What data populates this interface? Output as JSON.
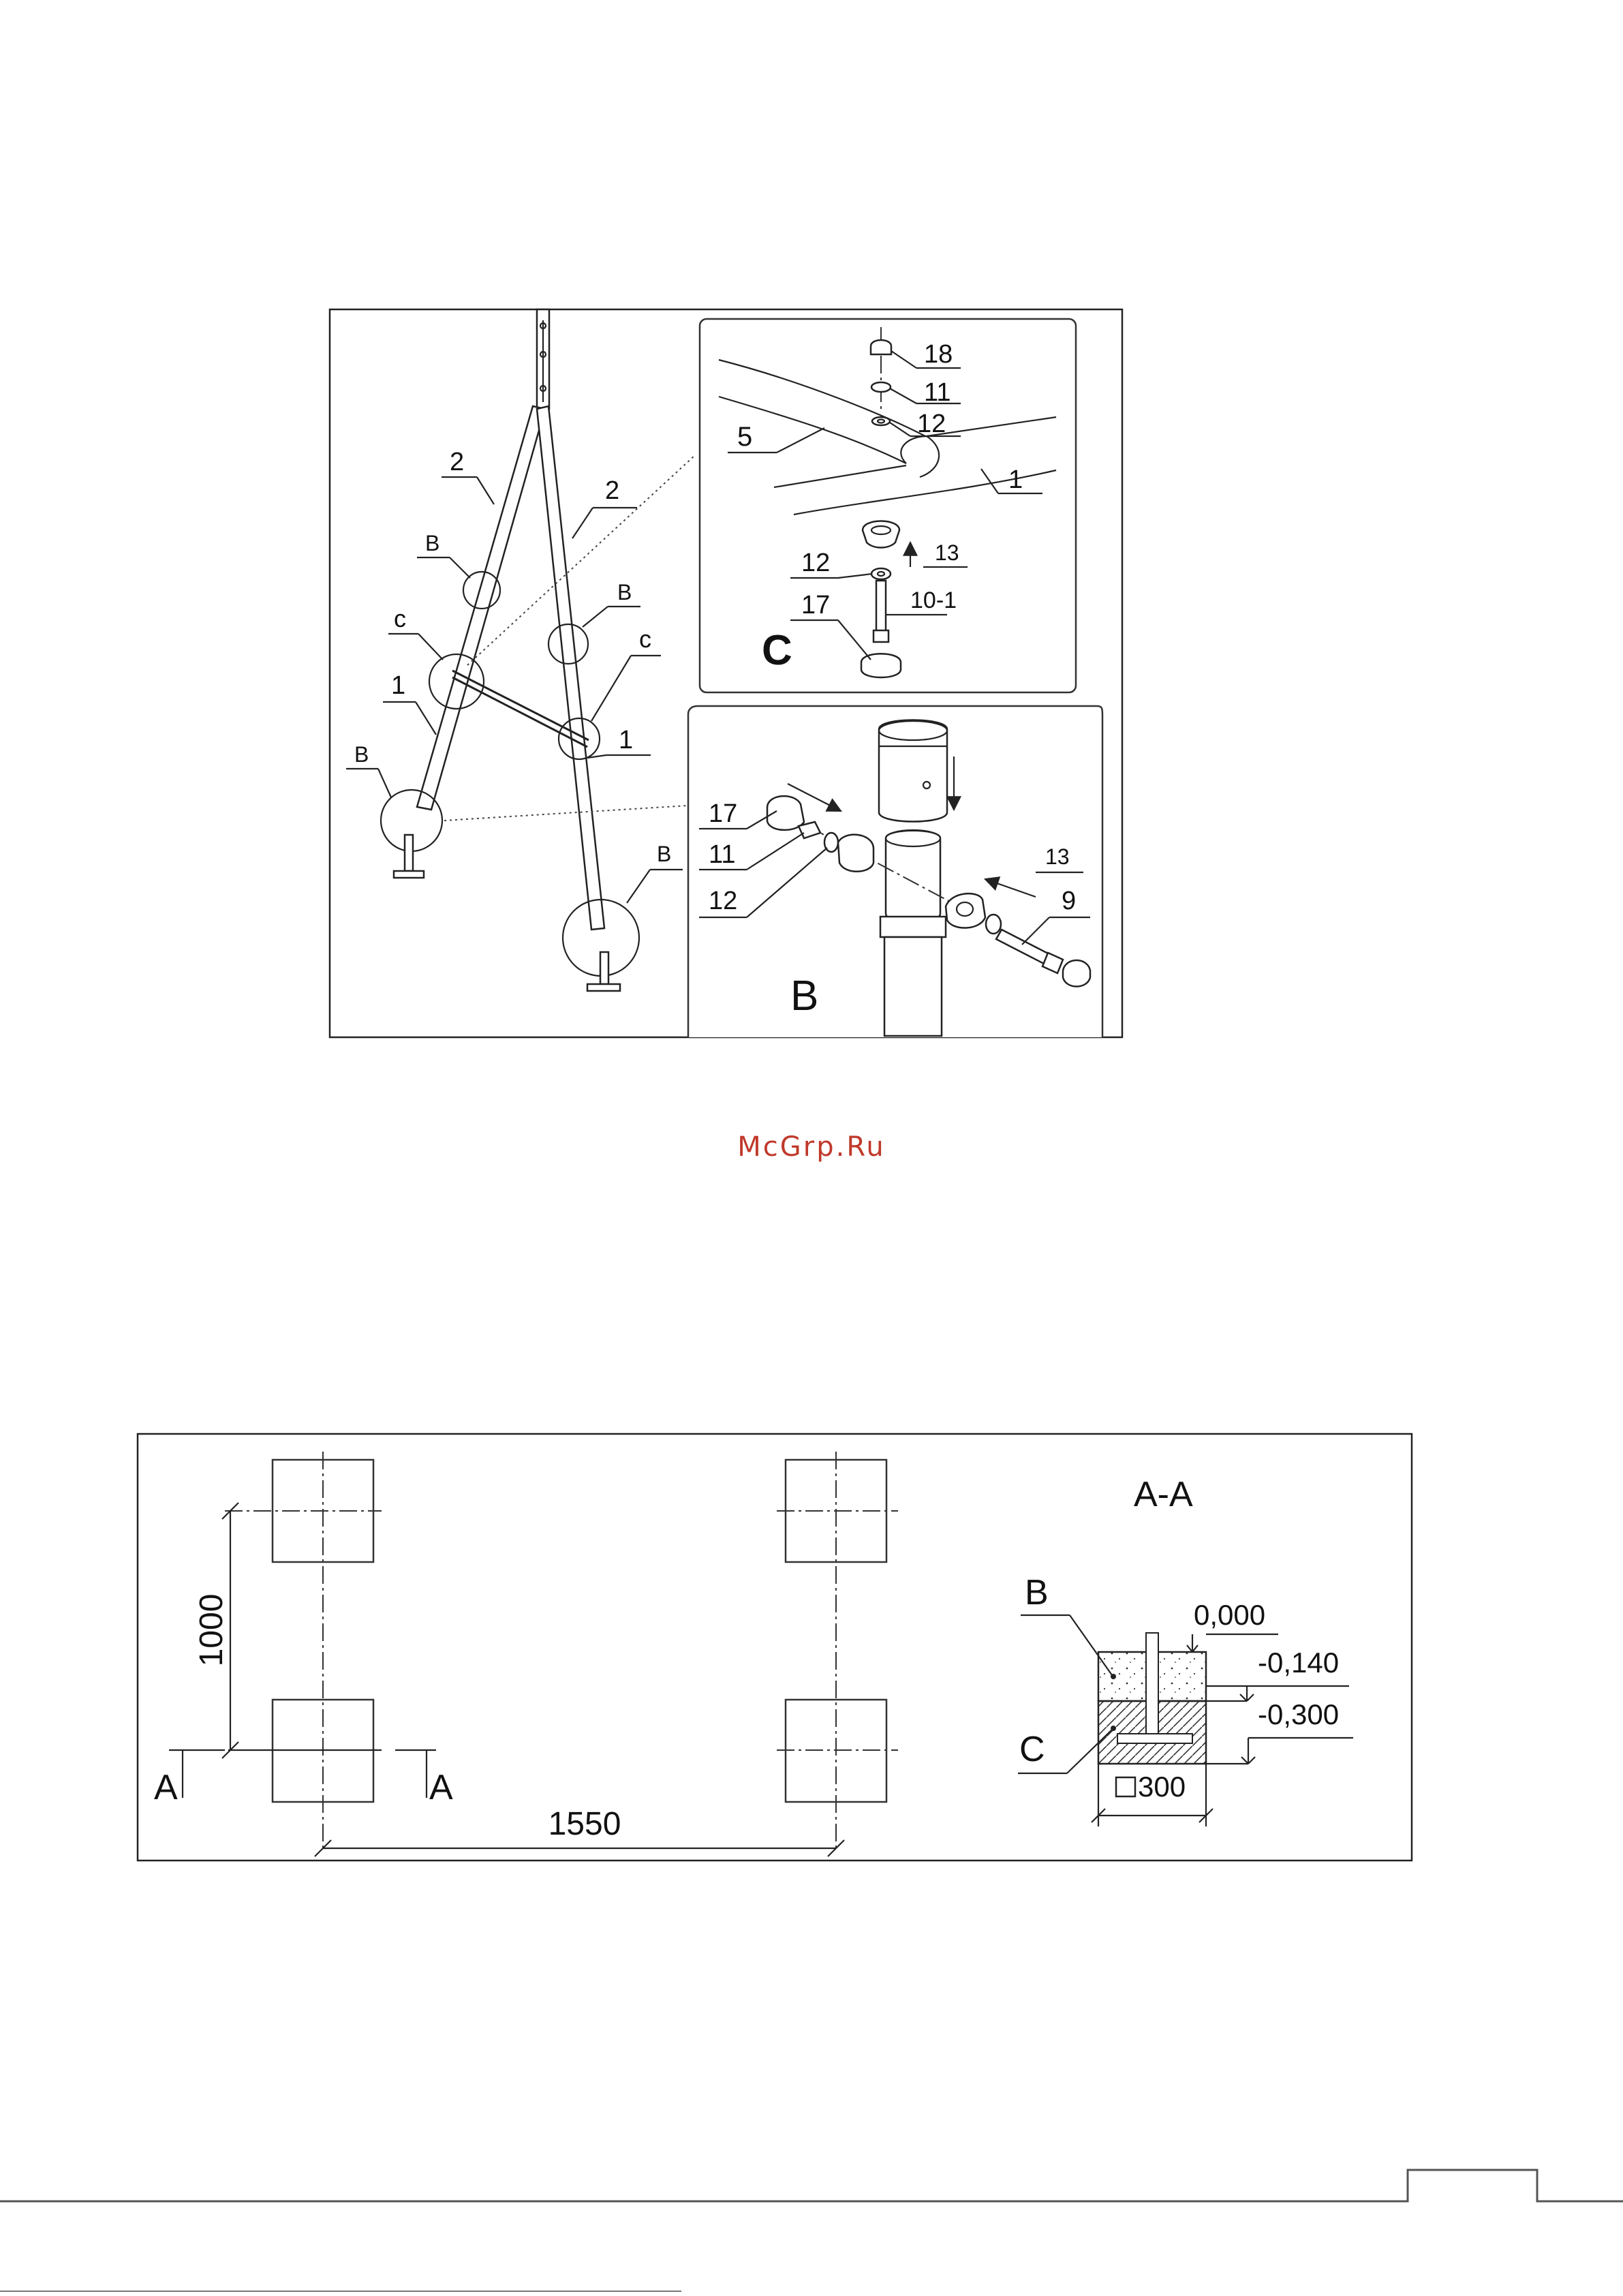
{
  "assembly": {
    "part_labels": {
      "p1": "1",
      "p2": "2",
      "p5": "5",
      "p9": "9",
      "p10_1": "10-1",
      "p11": "11",
      "p12": "12",
      "p13": "13",
      "p17": "17",
      "p18": "18"
    },
    "detail_labels": {
      "b_upper": "B",
      "b_lower": "B",
      "c_lower": "c"
    },
    "detail_titles": {
      "c": "C",
      "b": "B"
    }
  },
  "watermark": {
    "text": "McGrp.Ru",
    "color": "#c0392b"
  },
  "foundation_plan": {
    "dim_width": "1550",
    "dim_height": "1000",
    "section_mark": "A",
    "section_title": "A-A",
    "callout_b": "B",
    "callout_c": "C",
    "level_0": "0,000",
    "level_1": "-0,140",
    "level_2": "-0,300",
    "footing_size": "300"
  }
}
